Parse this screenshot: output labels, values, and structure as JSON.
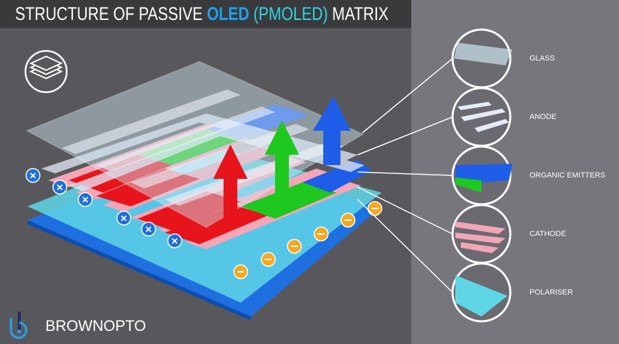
{
  "title": {
    "part1": "STRUCTURE OF PASSIVE ",
    "part2": "OLED",
    "part3": " (PMOLED)",
    "part4": " MATRIX"
  },
  "layers": [
    {
      "label": "GLASS",
      "color": "#cfe6f0"
    },
    {
      "label": "ANODE",
      "color": "#dfe4f5"
    },
    {
      "label": "ORGANIC EMITTERS",
      "color": "#1e5de8"
    },
    {
      "label": "CATHODE",
      "color": "#f2a6b8"
    },
    {
      "label": "POLARISER",
      "color": "#5fd6e6"
    }
  ],
  "brand": {
    "name": "BROWNOPTO"
  },
  "colors": {
    "red": "#e8141c",
    "green": "#1ec81e",
    "blue": "#1e5de8",
    "orange": "#f5a820",
    "marker": "#1e6fd9"
  }
}
